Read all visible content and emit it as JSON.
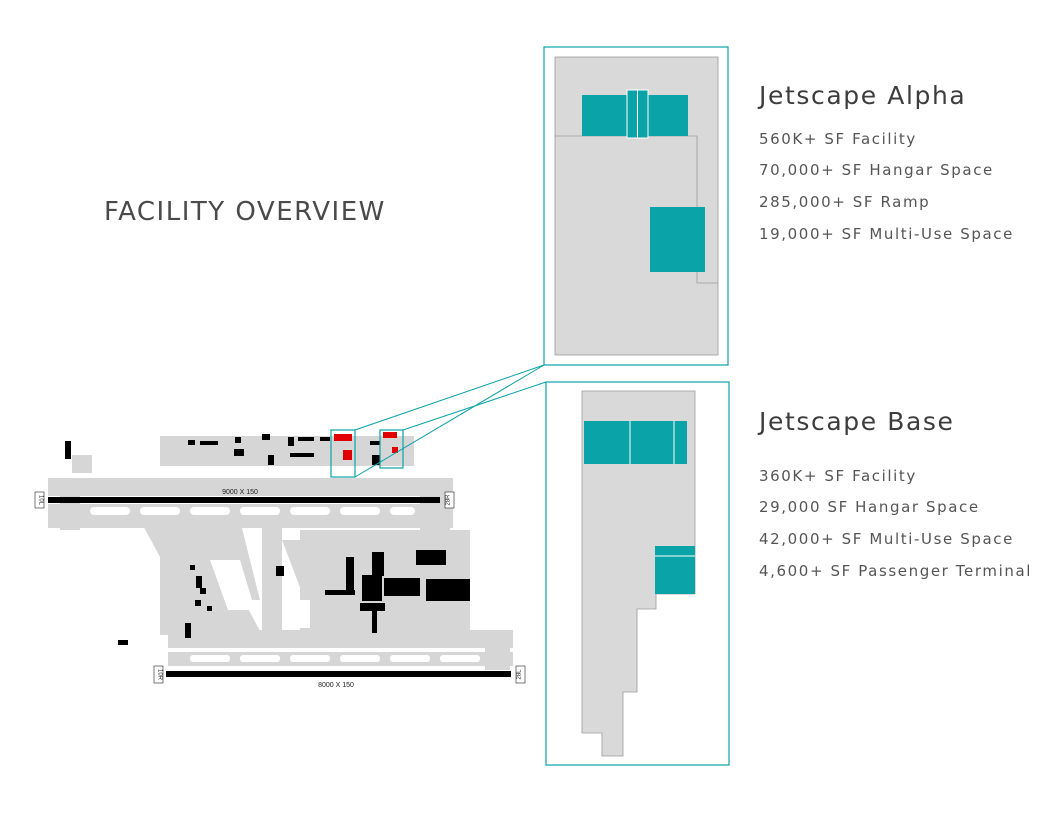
{
  "title": "FACILITY OVERVIEW",
  "colors": {
    "accent": "#0aa3a8",
    "highlight": "#e00000",
    "ground": "#d6d6d6",
    "building": "#000000"
  },
  "airport": {
    "north_runway": {
      "label": "9000 X 150",
      "west_end": "10L",
      "east_end": "28R"
    },
    "south_runway": {
      "label": "8000 X 150",
      "west_end": "10R",
      "east_end": "28L"
    }
  },
  "facilities": [
    {
      "name": "Jetscape Alpha",
      "stats": [
        "560K+ SF Facility",
        "70,000+ SF Hangar Space",
        "285,000+ SF Ramp",
        "19,000+ SF Multi-Use Space"
      ]
    },
    {
      "name": "Jetscape Base",
      "stats": [
        "360K+ SF Facility",
        "29,000 SF Hangar Space",
        "42,000+ SF Multi-Use Space",
        "4,600+ SF Passenger Terminal"
      ]
    }
  ]
}
